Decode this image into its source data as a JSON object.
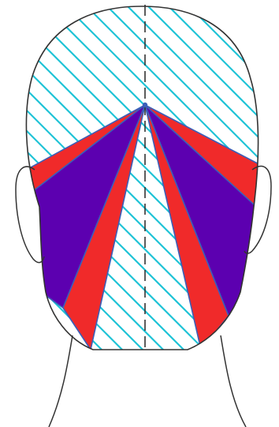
{
  "diagram": {
    "subject": "head-back-view-haircut-sectioning",
    "colors": {
      "outline": "#333333",
      "hatch": "#1fc3d6",
      "red_section": "#f02a2a",
      "purple_section": "#5c00b0",
      "section_edge": "#3b5fb8",
      "center_line": "#333333",
      "background": "#ffffff"
    },
    "sections": [
      {
        "side": "left",
        "order": 1,
        "color": "red"
      },
      {
        "side": "left",
        "order": 2,
        "color": "purple"
      },
      {
        "side": "left",
        "order": 3,
        "color": "red"
      },
      {
        "side": "center",
        "order": 4,
        "color": "hatched"
      },
      {
        "side": "right",
        "order": 5,
        "color": "red"
      },
      {
        "side": "right",
        "order": 6,
        "color": "purple"
      },
      {
        "side": "right",
        "order": 7,
        "color": "red"
      }
    ],
    "features": [
      "head-outline",
      "left-ear",
      "right-ear",
      "neck",
      "dashed-center-part",
      "diagonal-hatching",
      "crown-pivot-point"
    ]
  }
}
